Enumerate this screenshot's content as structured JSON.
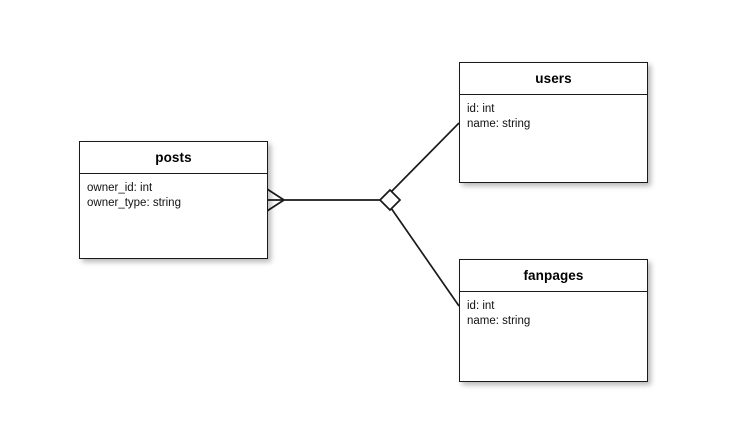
{
  "diagram": {
    "type": "entity-relationship-diagram",
    "background_color": "#ffffff",
    "line_color": "#1a1a1a",
    "entities": [
      {
        "id": "posts",
        "title": "posts",
        "attributes": [
          "owner_id: int",
          "owner_type: string"
        ]
      },
      {
        "id": "users",
        "title": "users",
        "attributes": [
          "id: int",
          "name: string"
        ]
      },
      {
        "id": "fanpages",
        "title": "fanpages",
        "attributes": [
          "id: int",
          "name: string"
        ]
      }
    ],
    "connectors": [
      {
        "id": "posts-to-junction",
        "from": "posts",
        "to": "junction",
        "source_marker": "crows-foot-many",
        "target_marker": "none"
      },
      {
        "id": "junction-to-users",
        "from": "junction",
        "to": "users",
        "source_marker": "diamond-open",
        "target_marker": "none"
      },
      {
        "id": "junction-to-fanpages",
        "from": "junction",
        "to": "fanpages",
        "source_marker": "diamond-open",
        "target_marker": "none"
      }
    ]
  }
}
